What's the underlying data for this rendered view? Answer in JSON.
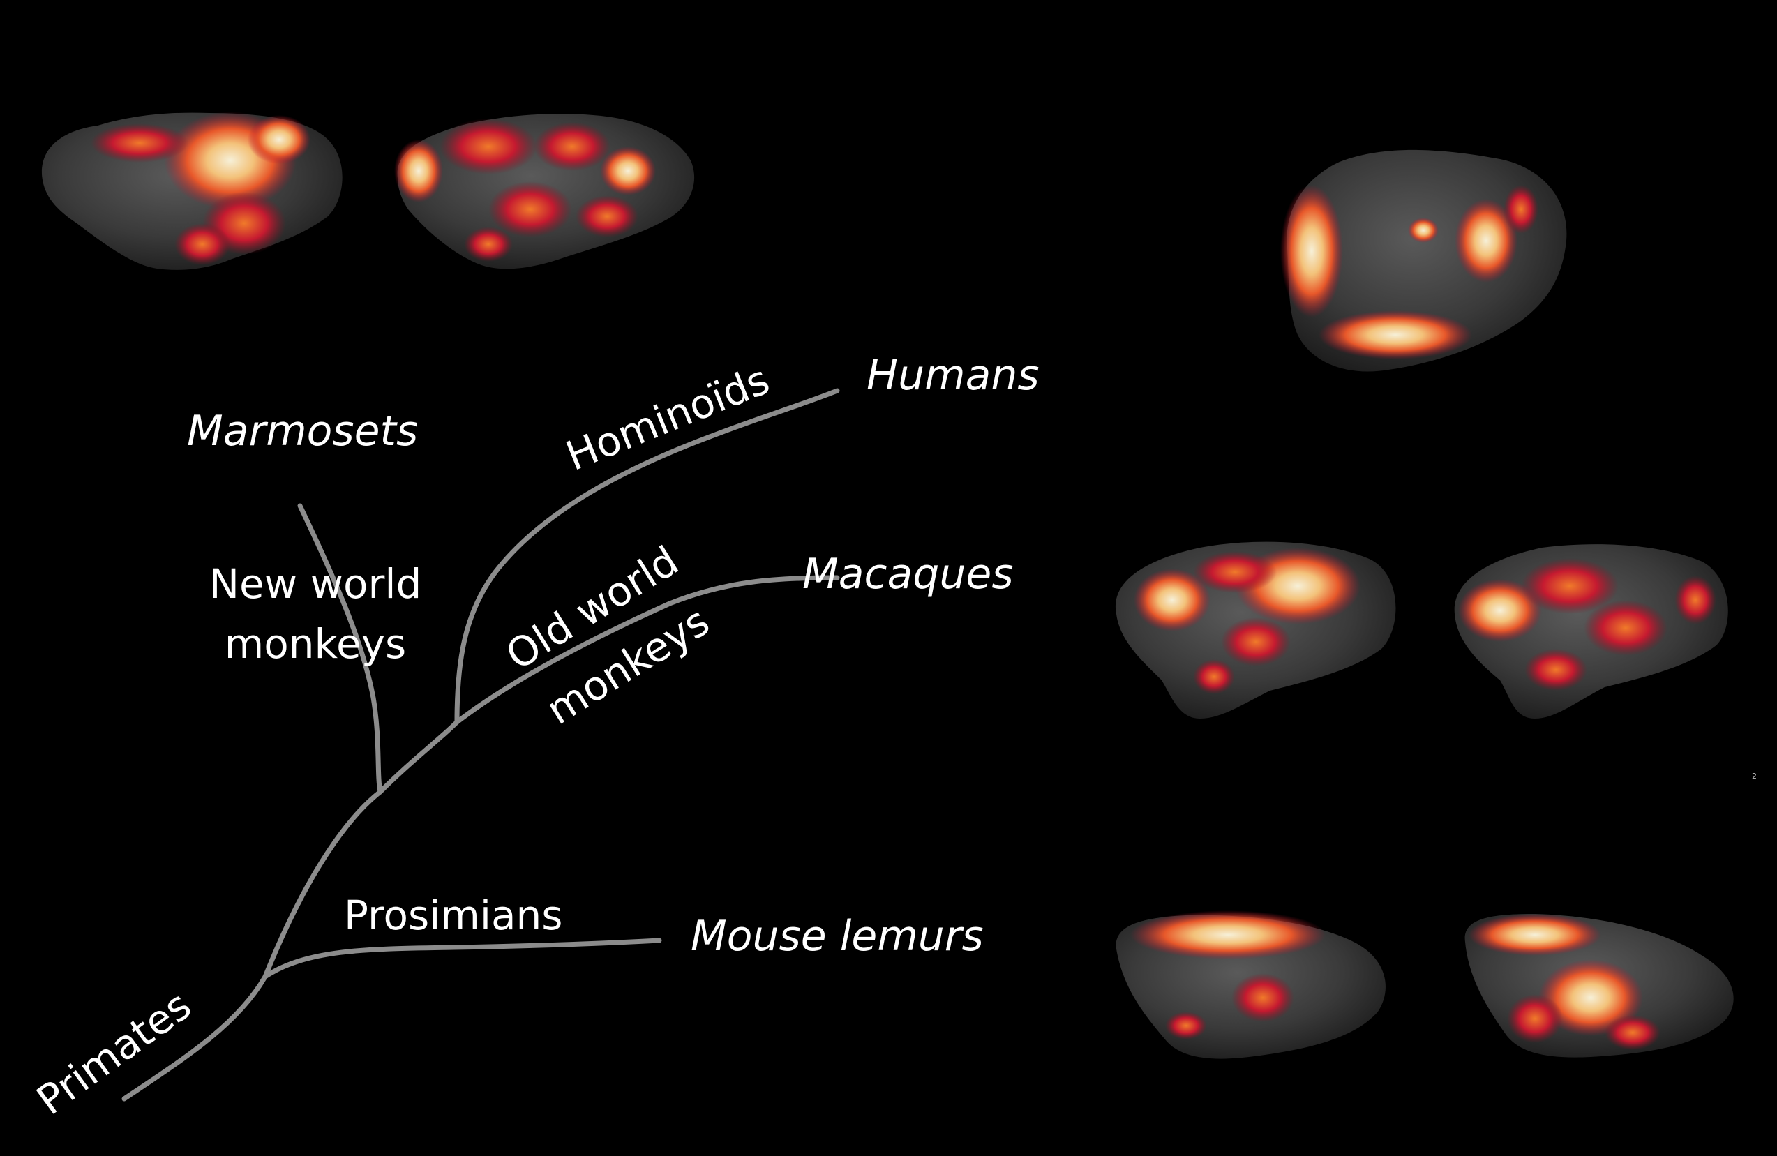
{
  "species": {
    "humans": "Humans",
    "marmosets": "Marmosets",
    "macaques": "Macaques",
    "mouse_lemurs": "Mouse lemurs"
  },
  "clades": {
    "hominoids": "Hominoïds",
    "new_world_1": "New world",
    "new_world_2": "monkeys",
    "old_world_1": "Old world",
    "old_world_2": "monkeys",
    "prosimians": "Prosimians",
    "primates": "Primates"
  },
  "corner_mark": "2",
  "colors": {
    "background": "#000000",
    "branch": "#8c8c8c",
    "label": "#ffffff",
    "cortex": "#3a3a3a",
    "activation_low": "#c0182e",
    "activation_mid": "#f07a2a",
    "activation_high": "#f2ead0"
  }
}
